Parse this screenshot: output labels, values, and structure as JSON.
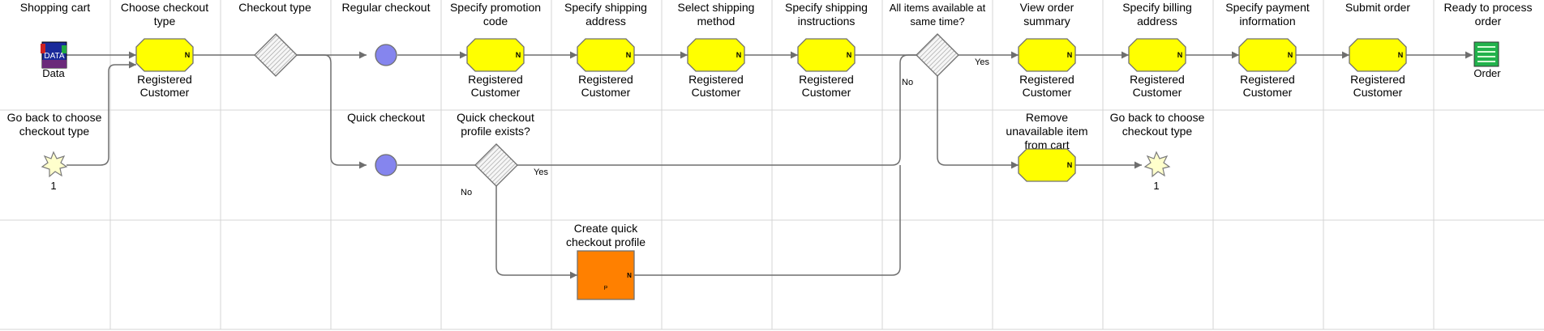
{
  "columns": [
    "Shopping cart",
    "Choose checkout type",
    "Checkout type",
    "Regular checkout",
    "Specify promotion code",
    "Specify shipping address",
    "Select shipping method",
    "Specify shipping instructions",
    "All items available at same time?",
    "View order summary",
    "Specify billing address",
    "Specify payment information",
    "Submit order",
    "Ready to process order"
  ],
  "row2": {
    "go_back_1": "Go back to choose checkout type",
    "quick_checkout": "Quick checkout",
    "quick_profile_exists": "Quick checkout profile exists?",
    "remove_unavailable": "Remove unavailable item from cart",
    "go_back_2": "Go back to choose checkout type"
  },
  "row3": {
    "create_quick_profile": "Create quick checkout profile"
  },
  "task_label": "Registered Customer",
  "data_label": "Data",
  "order_label": "Order",
  "data_icon_text": "DATA",
  "event_number": "1",
  "yes_label": "Yes",
  "no_label": "No",
  "n_mark": "N",
  "p_mark": "P",
  "colors": {
    "task_fill": "#ffff00",
    "create_profile_fill": "#ff8000",
    "connector_circle_fill": "#8585ee",
    "event_star_fill": "#ffffcc",
    "order_icon_fill": "#22b24c",
    "data_icon_fill": "#1a2a9a",
    "grid_line": "#d4d4d4",
    "edge_stroke": "#6e6e6e"
  },
  "icons": {
    "data": "data-document-icon",
    "order": "order-document-icon",
    "gateway": "decision-diamond-icon",
    "event": "intermediate-event-star-icon",
    "connector": "off-page-connector-icon"
  }
}
